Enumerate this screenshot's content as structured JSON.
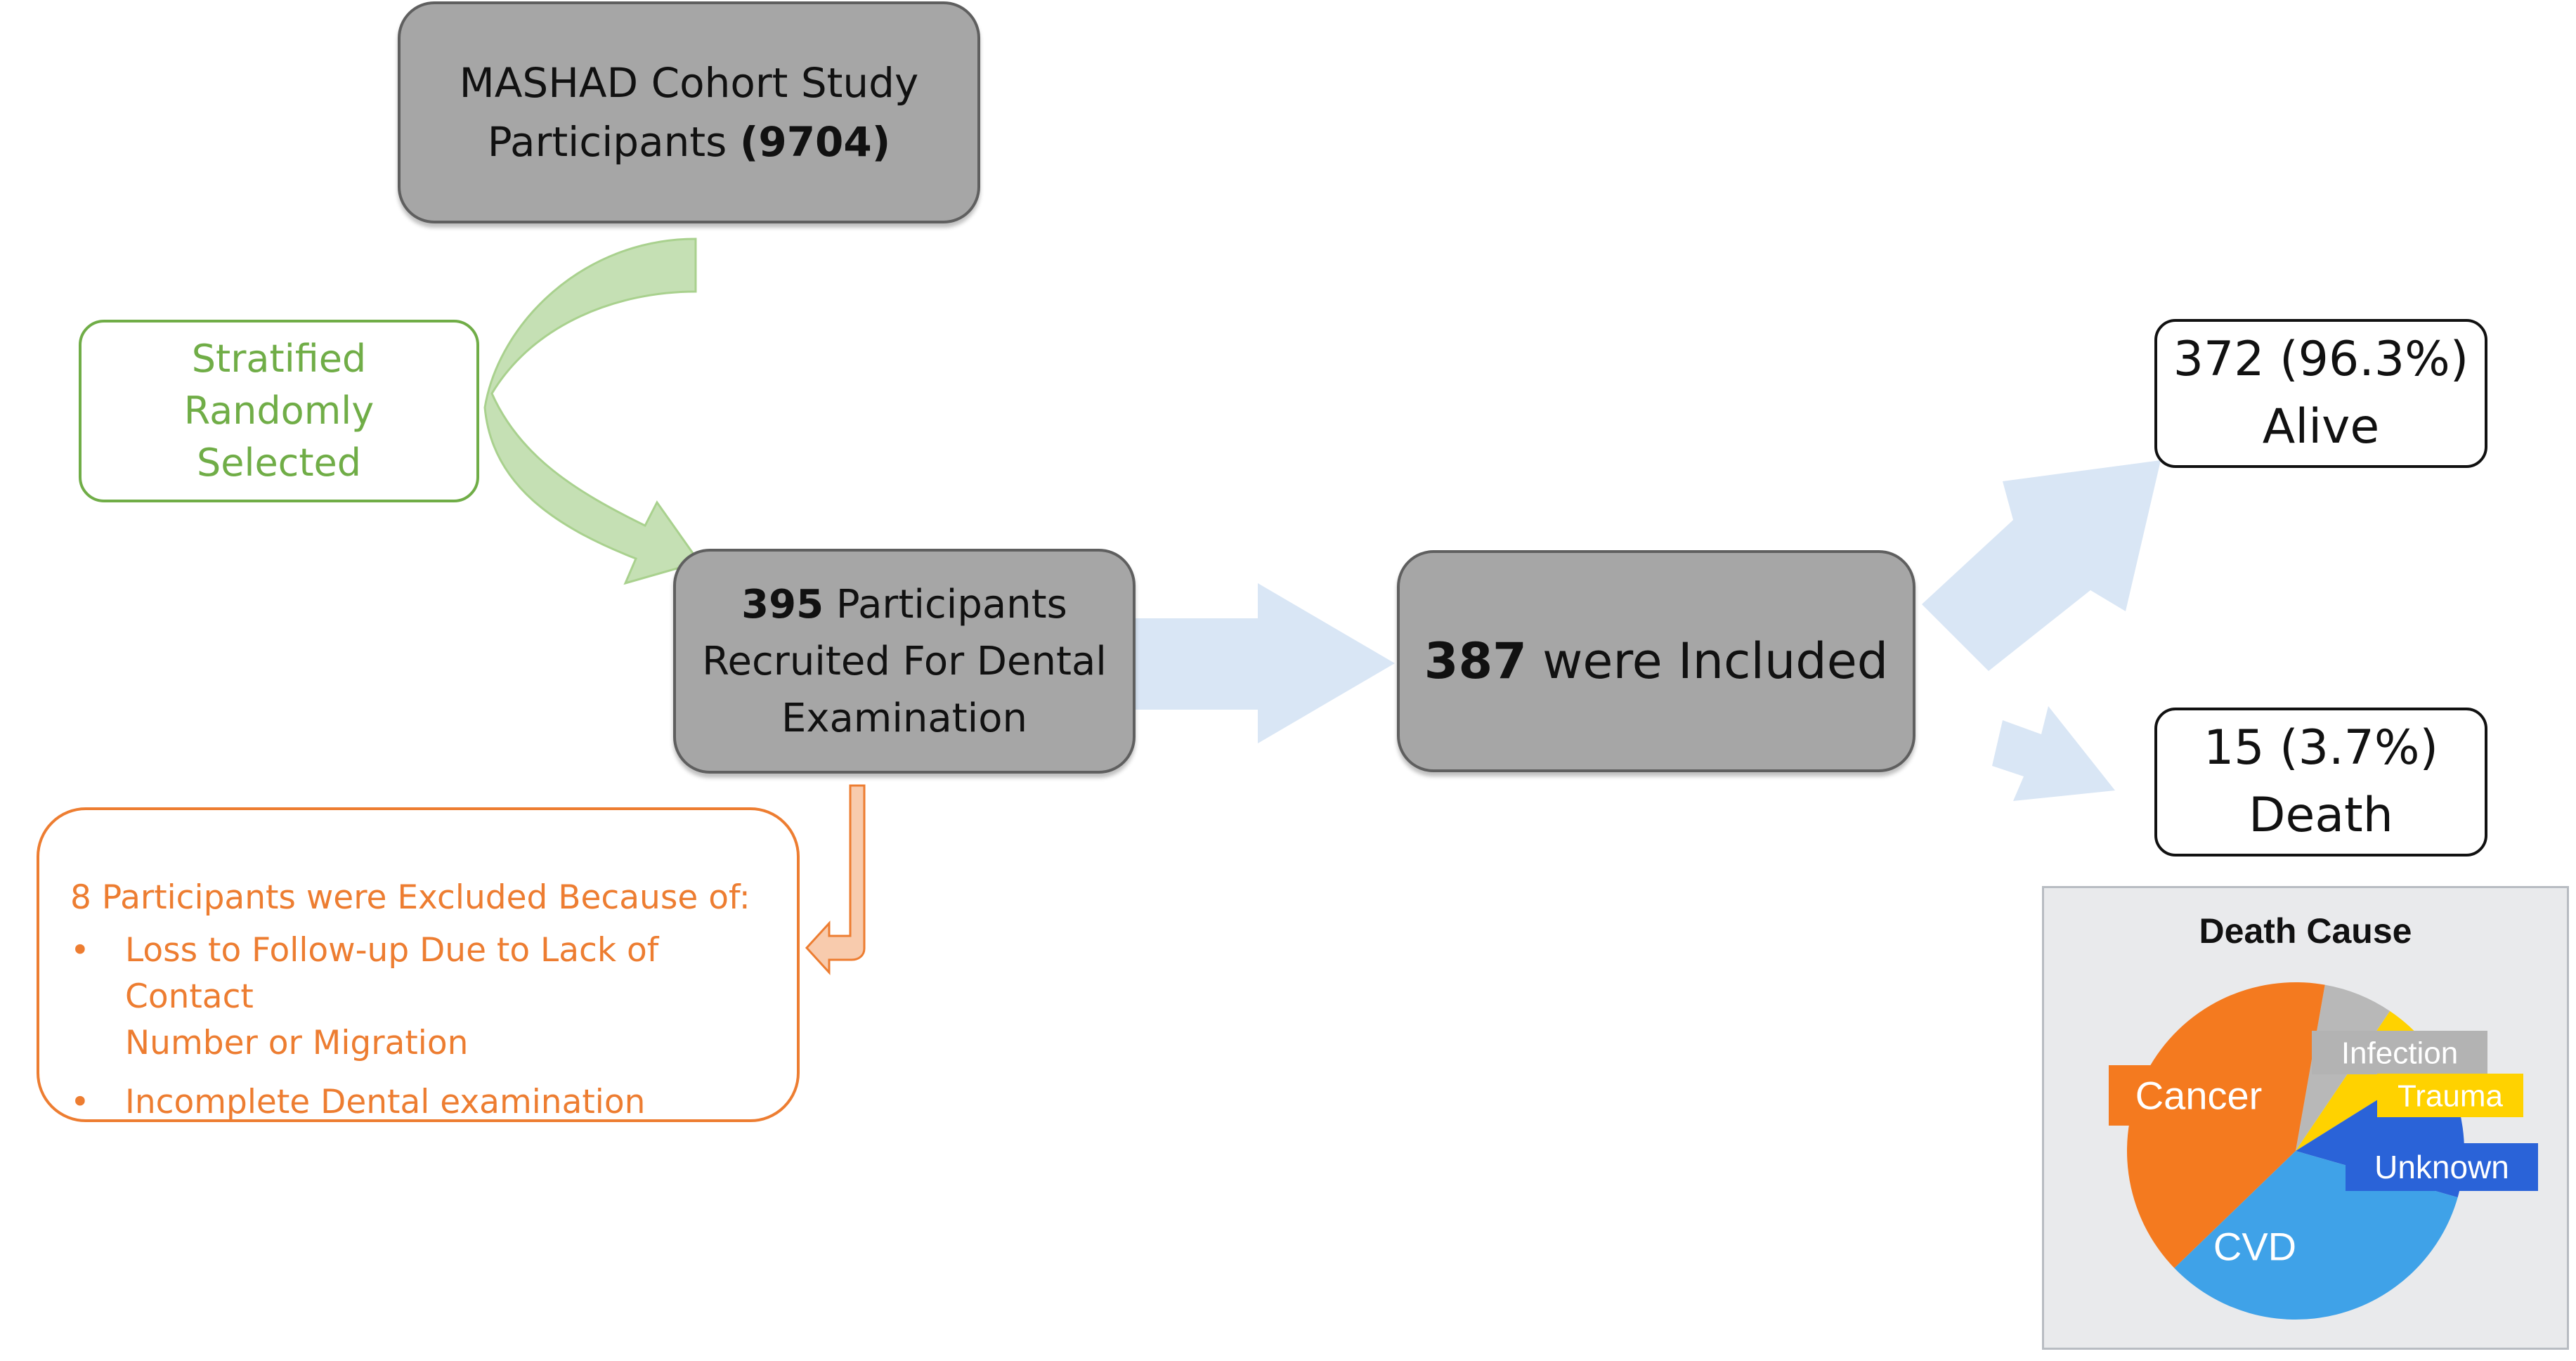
{
  "colors": {
    "gray_box": "#a6a6a6",
    "green": "#70ad47",
    "orange": "#ed7d31",
    "light_blue_arrow": "#d9e6f5",
    "light_green_arrow": "#c5e0b4",
    "chart_panel_bg": "#e9eaec"
  },
  "nodes": {
    "cohort": {
      "line1": "MASHAD Cohort Study",
      "line2_prefix": "Participants ",
      "line2_bold": "(9704)"
    },
    "selection": {
      "line1": "Stratified",
      "line2": "Randomly",
      "line3": "Selected"
    },
    "recruited": {
      "bold": "395",
      "line1_rest": " Participants",
      "line2": "Recruited For Dental",
      "line3": "Examination"
    },
    "included": {
      "bold": "387",
      "rest": " were Included"
    },
    "alive": {
      "line1": "372 (96.3%)",
      "line2": "Alive"
    },
    "death": {
      "line1": "15 (3.7%)",
      "line2": "Death"
    },
    "excluded": {
      "heading": "8 Participants were Excluded Because of:",
      "bullet_glyph": "•",
      "bullets": [
        {
          "line1": "Loss to Follow-up Due to Lack of Contact",
          "line2": "Number or Migration"
        },
        {
          "line1": "Incomplete Dental examination",
          "line2": ""
        }
      ]
    }
  },
  "chart_data": {
    "type": "pie",
    "title": "Death Cause",
    "slices": [
      {
        "label": "Cancer",
        "value": 6,
        "color": "#f47a1f"
      },
      {
        "label": "Infection",
        "value": 1,
        "color": "#b8b8b8"
      },
      {
        "label": "Trauma",
        "value": 1,
        "color": "#ffd200"
      },
      {
        "label": "Unknown",
        "value": 2,
        "color": "#2a63d8"
      },
      {
        "label": "CVD",
        "value": 5,
        "color": "#3fa2e8"
      }
    ],
    "label_colors": {
      "Cancer": {
        "bg": "#f47a1f",
        "fg": "#ffffff"
      },
      "Infection": {
        "bg": "#b3b3b3",
        "fg": "#ffffff"
      },
      "Trauma": {
        "bg": "#ffd200",
        "fg": "#ffffff"
      },
      "Unknown": {
        "bg": "#2a63d8",
        "fg": "#ffffff"
      },
      "CVD": {
        "bg": "transparent",
        "fg": "#ffffff"
      }
    }
  }
}
